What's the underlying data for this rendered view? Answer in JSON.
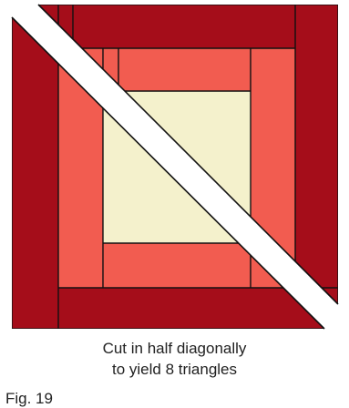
{
  "caption": {
    "line1": "Cut in half diagonally",
    "line2": "to yield 8 triangles"
  },
  "figure_label": "Fig. 19",
  "colors": {
    "dark_red": "#a50d1a",
    "light_red": "#f25c50",
    "cream": "#f4f1cc",
    "outline": "#111111",
    "cut_band": "#ffffff"
  }
}
